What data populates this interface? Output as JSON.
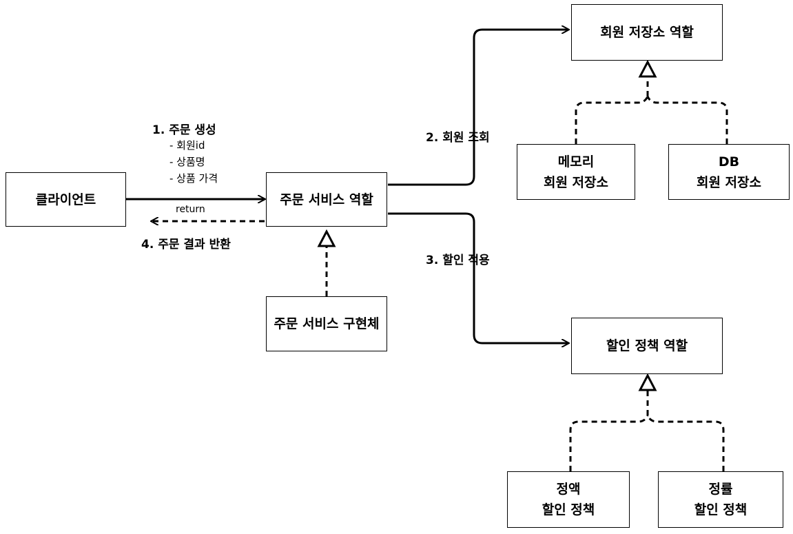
{
  "nodes": {
    "client": "클라이언트",
    "order_service_role": "주문 서비스 역할",
    "order_service_impl": "주문 서비스 구현체",
    "member_repo_role": "회원 저장소 역할",
    "memory_repo": [
      "메모리",
      "회원 저장소"
    ],
    "db_repo": [
      "DB",
      "회원 저장소"
    ],
    "discount_policy_role": "할인 정책 역할",
    "fixed_discount": [
      "정액",
      "할인 정책"
    ],
    "rate_discount": [
      "정률",
      "할인 정책"
    ]
  },
  "edges": {
    "create_order": {
      "label": "1. 주문 생성",
      "details": [
        "- 회원id",
        "- 상품명",
        "- 상품 가격"
      ]
    },
    "return_label": "return",
    "return_result": "4. 주문 결과 반환",
    "member_lookup": "2. 회원 조회",
    "apply_discount": "3. 할인 적용"
  }
}
